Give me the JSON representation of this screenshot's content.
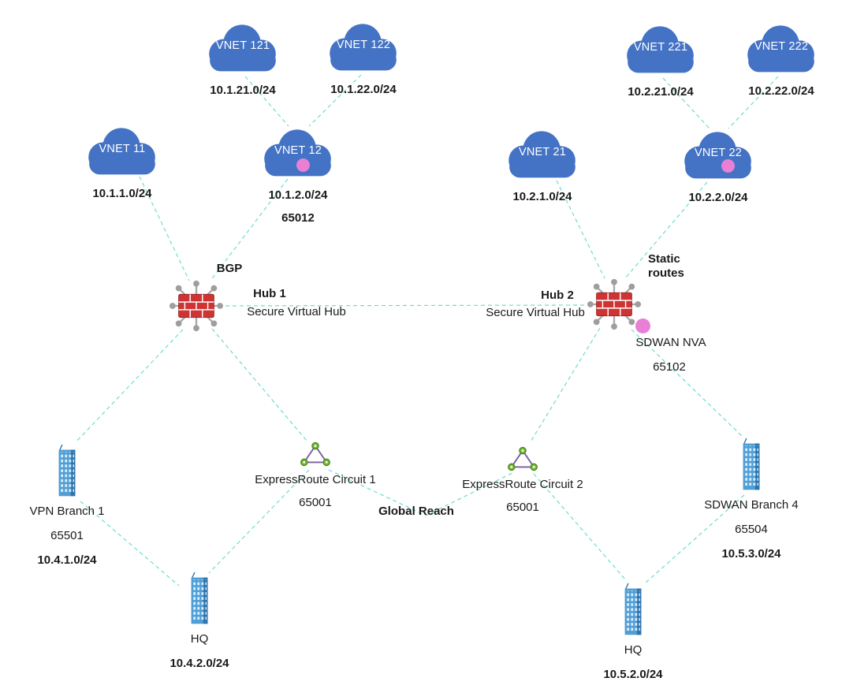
{
  "diagram": {
    "clouds": [
      {
        "name": "VNET 121",
        "cidr": "10.1.21.0/24"
      },
      {
        "name": "VNET 122",
        "cidr": "10.1.22.0/24"
      },
      {
        "name": "VNET 11",
        "cidr": "10.1.1.0/24"
      },
      {
        "name": "VNET 12",
        "cidr": "10.1.2.0/24",
        "asn": "65012",
        "has_nva_dot": true
      },
      {
        "name": "VNET 221",
        "cidr": "10.2.21.0/24"
      },
      {
        "name": "VNET 222",
        "cidr": "10.2.22.0/24"
      },
      {
        "name": "VNET 21",
        "cidr": "10.2.1.0/24"
      },
      {
        "name": "VNET 22",
        "cidr": "10.2.2.0/24",
        "has_nva_dot": true
      }
    ],
    "hubs": [
      {
        "routing_label": "BGP",
        "title": "Hub 1",
        "subtitle": "Secure Virtual Hub"
      },
      {
        "routing_label": "Static routes",
        "title": "Hub 2",
        "subtitle": "Secure Virtual Hub",
        "nva_name": "SDWAN NVA",
        "nva_asn": "65102",
        "has_nva_dot": true
      }
    ],
    "sites": [
      {
        "name": "VPN Branch 1",
        "asn": "65501",
        "cidr": "10.4.1.0/24"
      },
      {
        "name": "HQ",
        "cidr": "10.4.2.0/24"
      },
      {
        "name": "SDWAN Branch 4",
        "asn": "65504",
        "cidr": "10.5.3.0/24"
      },
      {
        "name": "HQ",
        "cidr": "10.5.2.0/24"
      }
    ],
    "circuits": [
      {
        "name": "ExpressRoute Circuit 1",
        "asn": "65001"
      },
      {
        "name": "ExpressRoute Circuit 2",
        "asn": "65001"
      }
    ],
    "annotations": {
      "global_reach": "Global Reach"
    }
  },
  "colors": {
    "cloud-blue": "#4472c4",
    "line-teal": "#5fd8c8",
    "nva-pink": "#ea7fd6",
    "firewall-red": "#cf3434",
    "building-blue": "#4f9ed6",
    "circuit-purple": "#7a5fa0",
    "circuit-green": "#6fba2c"
  }
}
